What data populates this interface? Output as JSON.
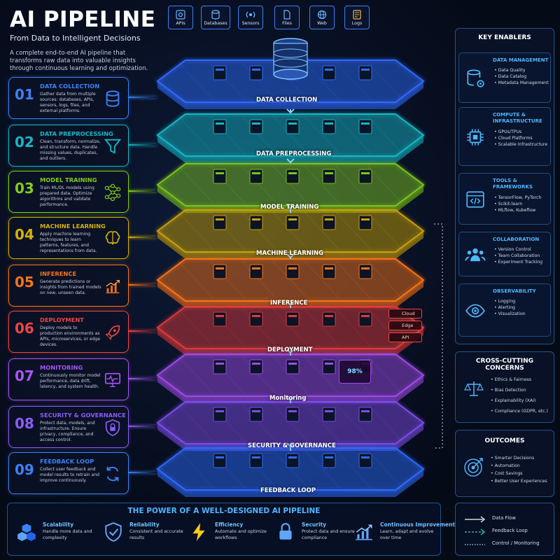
{
  "header": {
    "title": "AI PIPELINE",
    "subtitle": "From Data to Intelligent Decisions",
    "description": "A complete end-to-end AI pipeline that transforms raw data into valuable insights through continuous learning and optimization."
  },
  "steps": [
    {
      "num": "01",
      "title": "DATA COLLECTION",
      "desc": "Gather data from multiple sources: databases, APIs, sensors, logs, files, and external platforms.",
      "icon": "database-icon",
      "color": "#3b82f6"
    },
    {
      "num": "02",
      "title": "DATA PREPROCESSING",
      "desc": "Clean, transform, normalize, and structure data. Handle missing values, duplicates, and outliers.",
      "icon": "funnel-icon",
      "color": "#14b8c4"
    },
    {
      "num": "03",
      "title": "MODEL TRAINING",
      "desc": "Train ML/DL models using prepared data. Optimize algorithms and validate performance.",
      "icon": "neural-network-icon",
      "color": "#84cc16"
    },
    {
      "num": "04",
      "title": "MACHINE LEARNING",
      "desc": "Apply machine learning techniques to learn patterns, features, and representations from data.",
      "icon": "brain-icon",
      "color": "#d4b106"
    },
    {
      "num": "05",
      "title": "INFERENCE",
      "desc": "Generate predictions or insights from trained models on new, unseen data.",
      "icon": "growth-chart-icon",
      "color": "#f97316"
    },
    {
      "num": "06",
      "title": "DEPLOYMENT",
      "desc": "Deploy models to production environments as APIs, microservices, or edge devices.",
      "icon": "rocket-icon",
      "color": "#ef4444"
    },
    {
      "num": "07",
      "title": "MONITORING",
      "desc": "Continuously monitor model performance, data drift, latency, and system health.",
      "icon": "monitor-pulse-icon",
      "color": "#a855f7"
    },
    {
      "num": "08",
      "title": "SECURITY & GOVERNANCE",
      "desc": "Protect data, models, and infrastructure. Ensure privacy, compliance, and access control.",
      "icon": "shield-lock-icon",
      "color": "#8b5cf6"
    },
    {
      "num": "09",
      "title": "FEEDBACK LOOP",
      "desc": "Collect user feedback and model results to retrain and improve continuously.",
      "icon": "refresh-icon",
      "color": "#3b82f6"
    }
  ],
  "sources": [
    {
      "label": "APIs",
      "icon": "api-icon"
    },
    {
      "label": "Databases",
      "icon": "database-icon"
    },
    {
      "label": "Sensors",
      "icon": "sensor-icon"
    },
    {
      "label": "Files",
      "icon": "file-icon"
    },
    {
      "label": "Web",
      "icon": "globe-icon"
    },
    {
      "label": "Logs",
      "icon": "log-icon"
    }
  ],
  "layers": [
    {
      "label": "DATA COLLECTION",
      "color": "#2f6bff"
    },
    {
      "label": "DATA PREPROCESSING",
      "color": "#14b8c4"
    },
    {
      "label": "MODEL TRAINING",
      "color": "#7cc41b"
    },
    {
      "label": "MACHINE LEARNING",
      "color": "#c9a10a"
    },
    {
      "label": "INFERENCE",
      "color": "#f97316"
    },
    {
      "label": "DEPLOYMENT",
      "color": "#e03a3a"
    },
    {
      "label": "Monitoring",
      "color": "#9f4be8"
    },
    {
      "label": "SECURITY & GOVERNANCE",
      "color": "#7c4dea"
    },
    {
      "label": "FEEDBACK LOOP",
      "color": "#2f6bff"
    }
  ],
  "deployment_targets": [
    "Cloud",
    "Edge",
    "API"
  ],
  "monitoring_gauge": "98%",
  "key_enablers": {
    "title": "KEY ENABLERS",
    "items": [
      {
        "title": "DATA MANAGEMENT",
        "icon": "database-gear-icon",
        "points": [
          "Data Quality",
          "Data Catalog",
          "Metadata Management"
        ]
      },
      {
        "title": "COMPUTE & INFRASTRUCTURE",
        "icon": "chip-icon",
        "points": [
          "GPUs/TPUs",
          "Cloud Platforms",
          "Scalable Infrastructure"
        ]
      },
      {
        "title": "TOOLS & FRAMEWORKS",
        "icon": "code-icon",
        "points": [
          "TensorFlow, PyTorch",
          "Scikit-learn",
          "MLflow, Kubeflow"
        ]
      },
      {
        "title": "COLLABORATION",
        "icon": "team-icon",
        "points": [
          "Version Control",
          "Team Collaboration",
          "Experiment Tracking"
        ]
      },
      {
        "title": "OBSERVABILITY",
        "icon": "eye-icon",
        "points": [
          "Logging",
          "Alerting",
          "Visualization"
        ]
      }
    ]
  },
  "cross_cutting": {
    "title": "CROSS-CUTTING CONCERNS",
    "icon": "scales-icon",
    "points": [
      "Ethics & Fairness",
      "Bias Detection",
      "Explainability (XAI)",
      "Compliance (GDPR, etc.)"
    ]
  },
  "outcomes": {
    "title": "OUTCOMES",
    "icon": "target-icon",
    "points": [
      "Smarter Decisions",
      "Automation",
      "Cost Savings",
      "Better User Experiences"
    ]
  },
  "power": {
    "title": "THE POWER OF A WELL-DESIGNED AI PIPELINE",
    "items": [
      {
        "title": "Scalability",
        "desc": "Handle more data and complexity",
        "icon": "cubes-icon"
      },
      {
        "title": "Reliability",
        "desc": "Consistent and accurate results",
        "icon": "shield-check-icon"
      },
      {
        "title": "Efficiency",
        "desc": "Automate and optimize workflows",
        "icon": "lightning-icon"
      },
      {
        "title": "Security",
        "desc": "Protect data and ensure compliance",
        "icon": "lock-icon"
      },
      {
        "title": "Continuous Improvement",
        "desc": "Learn, adapt and evolve over time",
        "icon": "trend-up-icon"
      }
    ]
  },
  "legend": [
    {
      "label": "Data Flow",
      "style": "solid"
    },
    {
      "label": "Feedback Loop",
      "style": "dashed-arrow"
    },
    {
      "label": "Control / Monitoring",
      "style": "dotted"
    }
  ]
}
